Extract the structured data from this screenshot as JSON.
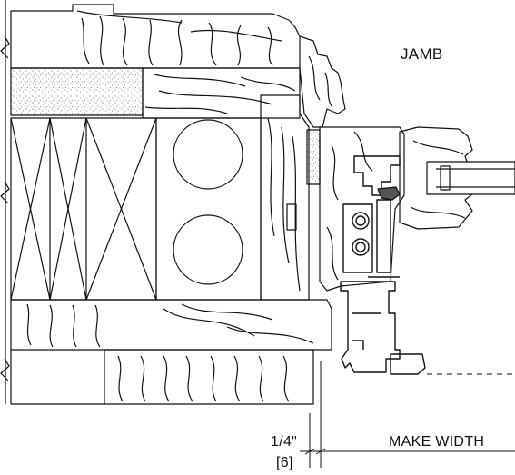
{
  "labels": {
    "section": "JAMB",
    "make_width": "MAKE WIDTH",
    "dim_imperial": "1/4\"",
    "dim_metric": "[6]"
  },
  "colors": {
    "line": "#111111",
    "stipple": "#9a9a9a",
    "frame_fill": "#ffffff"
  }
}
